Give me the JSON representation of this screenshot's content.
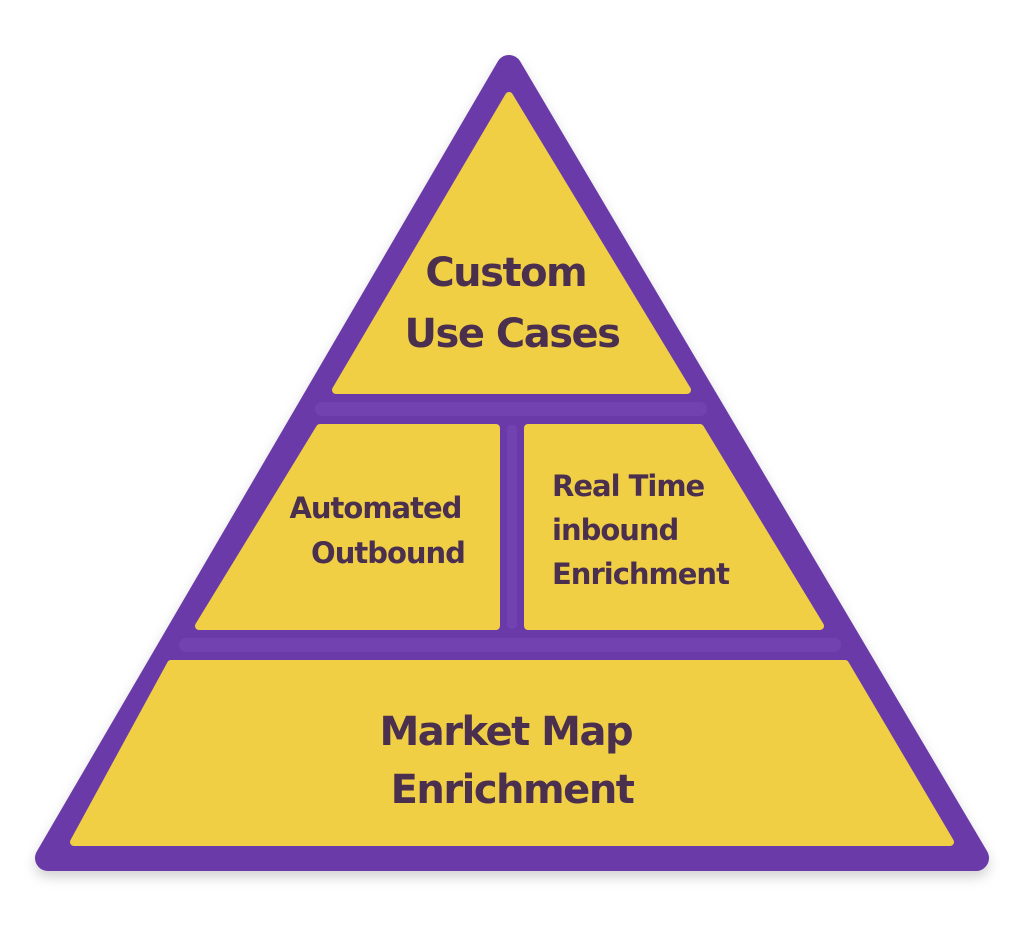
{
  "colors": {
    "frame": "#6a3aa8",
    "fill": "#f0cf45",
    "text": "#4a2f4e"
  },
  "pyramid": {
    "top": {
      "lines": [
        "Custom",
        "Use Cases"
      ]
    },
    "middle_left": {
      "lines": [
        "Automated",
        "Outbound"
      ]
    },
    "middle_right": {
      "lines": [
        "Real Time",
        "inbound",
        "Enrichment"
      ]
    },
    "bottom": {
      "lines": [
        "Market Map",
        "Enrichment"
      ]
    }
  }
}
